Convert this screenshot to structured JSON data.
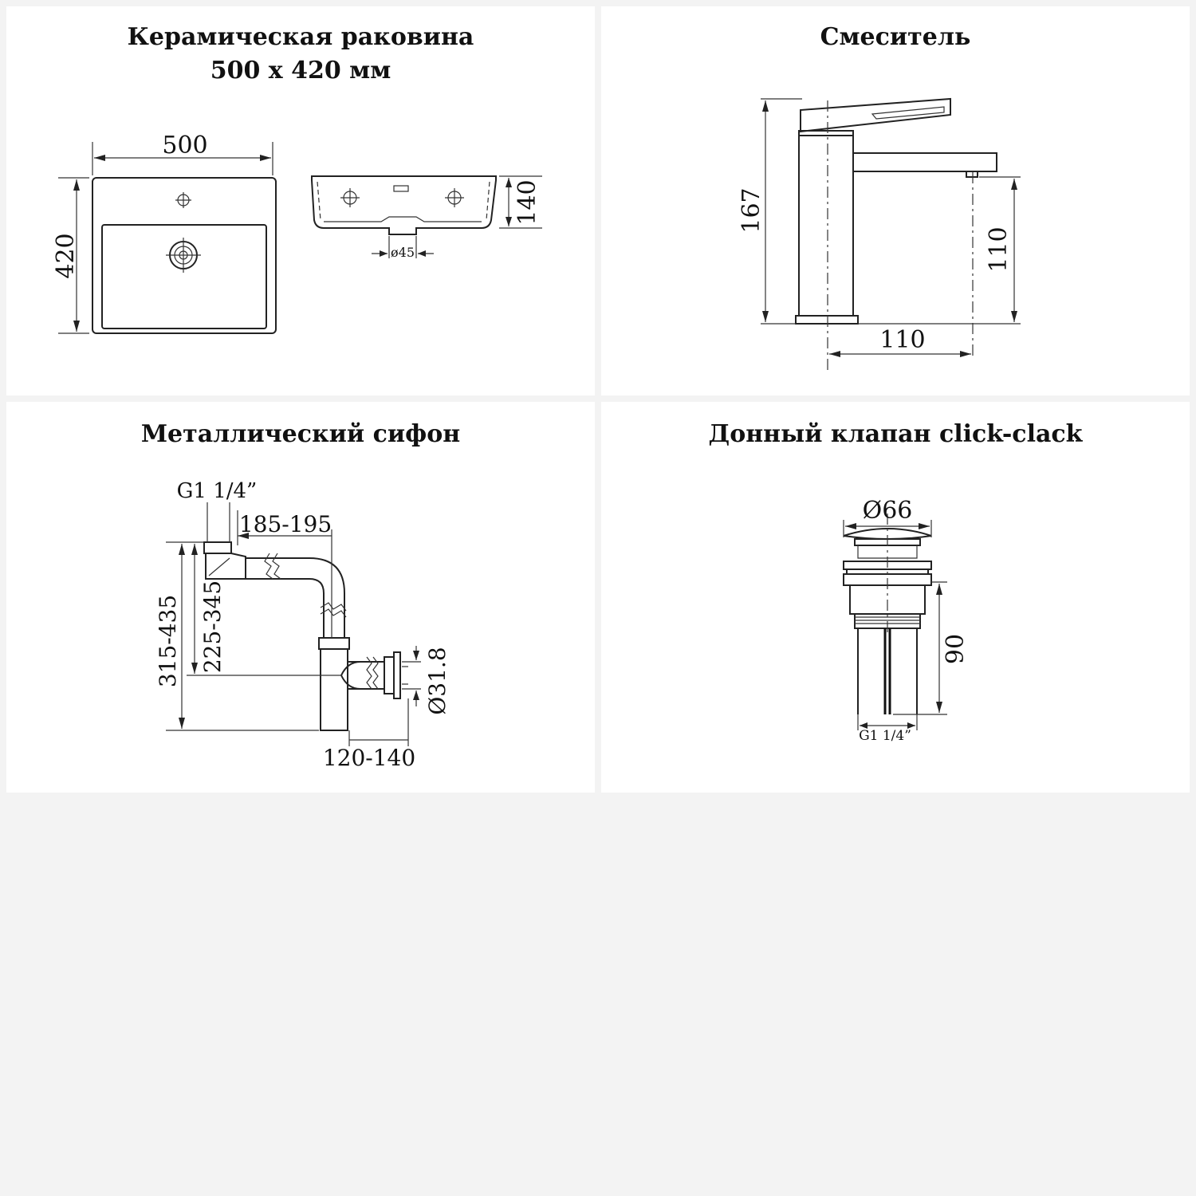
{
  "colors": {
    "background": "#f3f3f3",
    "panel": "#ffffff",
    "ink": "#111111"
  },
  "panels": {
    "sink": {
      "title_line1": "Керамическая раковина",
      "title_line2": "500 х 420 мм",
      "dim_width": "500",
      "dim_depth": "420",
      "dim_height": "140",
      "dim_drain": "ø45"
    },
    "faucet": {
      "title": "Смеситель",
      "dim_height": "167",
      "dim_spout_height": "110",
      "dim_spout_reach": "110"
    },
    "siphon": {
      "title": "Металлический сифон",
      "dim_thread": "G1 1/4”",
      "dim_reach": "185-195",
      "dim_total_height": "315-435",
      "dim_outlet_height": "225-345",
      "dim_outlet_diameter": "Ø31.8",
      "dim_depth": "120-140"
    },
    "valve": {
      "title": "Донный клапан click-clack",
      "dim_diameter": "Ø66",
      "dim_length": "90",
      "dim_thread": "G1 1/4”"
    }
  }
}
